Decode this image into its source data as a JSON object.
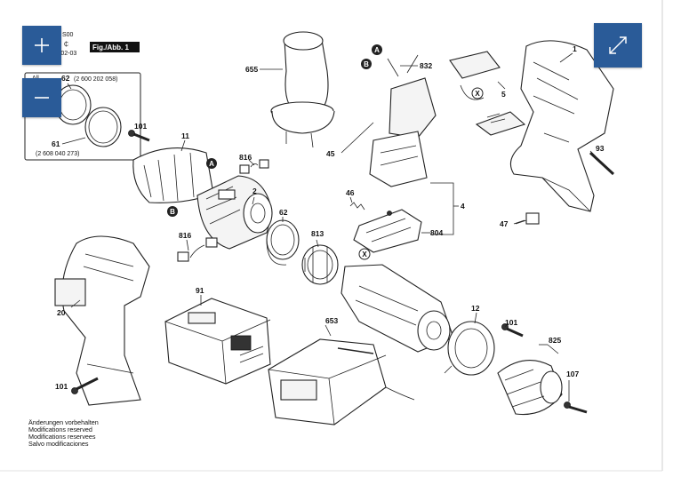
{
  "controls": {
    "zoom_in": "zoom-in-icon",
    "zoom_out": "zoom-out-icon",
    "expand": "expand-icon"
  },
  "header": {
    "code_top": "S00",
    "code_bottom": "-02-03",
    "fig_label": "Fig./Abb. 1"
  },
  "detail_box": {
    "label_all": "All",
    "part_62_number": "62",
    "part_62_code": "(2 600 202 058)",
    "part_61_number": "61",
    "part_61_code": "(2 608 040 273)"
  },
  "callouts": [
    "655",
    "832",
    "1",
    "5",
    "101",
    "11",
    "816",
    "2",
    "62",
    "813",
    "45",
    "46",
    "4",
    "804",
    "93",
    "47",
    "816",
    "20",
    "91",
    "653",
    "12",
    "101",
    "825",
    "107",
    "101"
  ],
  "markers": {
    "a": "A",
    "b": "B",
    "x": "X"
  },
  "notes": [
    "Änderungen vorbehalten",
    "Modifications reserved",
    "Modifications reservees",
    "Salvo modificaciones"
  ],
  "colors": {
    "control_bg": "#2a5b98",
    "fig_label_bg": "#111111"
  }
}
